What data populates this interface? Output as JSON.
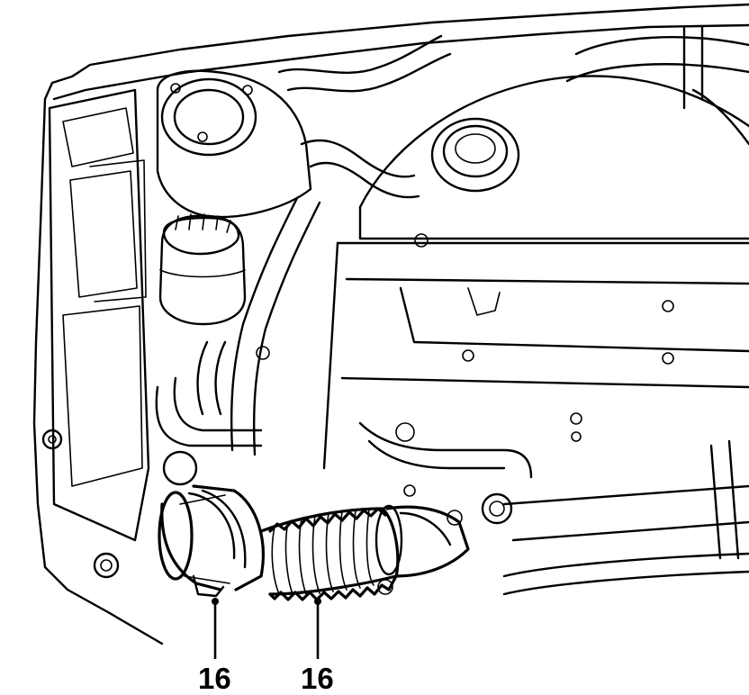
{
  "callouts": [
    {
      "id": "left",
      "number": "16"
    },
    {
      "id": "right",
      "number": "16"
    }
  ]
}
